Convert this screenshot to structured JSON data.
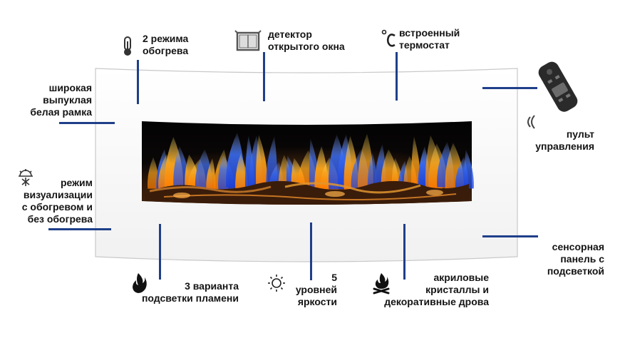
{
  "callouts": {
    "heating_modes": [
      "2 режима",
      "обогрева"
    ],
    "window_detector": [
      "детектор",
      "открытого окна"
    ],
    "thermostat": [
      "встроенный",
      "термостат"
    ],
    "wide_frame": [
      "широкая",
      "выпуклая",
      "белая рамка"
    ],
    "remote": [
      "пульт",
      "управления"
    ],
    "visual_mode": [
      "режим",
      "визуализации",
      "с обогревом и",
      "без обогрева"
    ],
    "touch_panel": [
      "сенсорная",
      "панель с",
      "подсветкой"
    ],
    "flame_colors": [
      "3 варианта",
      "подсветки пламени"
    ],
    "brightness": [
      "5",
      "уровней",
      "яркости"
    ],
    "crystals_wood": [
      "акриловые",
      "кристаллы и",
      "декоративные дрова"
    ]
  },
  "colors": {
    "leader_line": "#1f3f8a",
    "frame": "#ffffff",
    "frame_border": "#c9c9c9",
    "screen": "#050505",
    "flame_orange": "#f6a21c",
    "flame_blue": "#3a6cf0"
  },
  "icons": [
    "thermometer-icon",
    "window-icon",
    "thermostat-celsius-icon",
    "remote-control-icon",
    "snowflake-sun-icon",
    "flame-icon",
    "sun-icon",
    "campfire-icon"
  ]
}
